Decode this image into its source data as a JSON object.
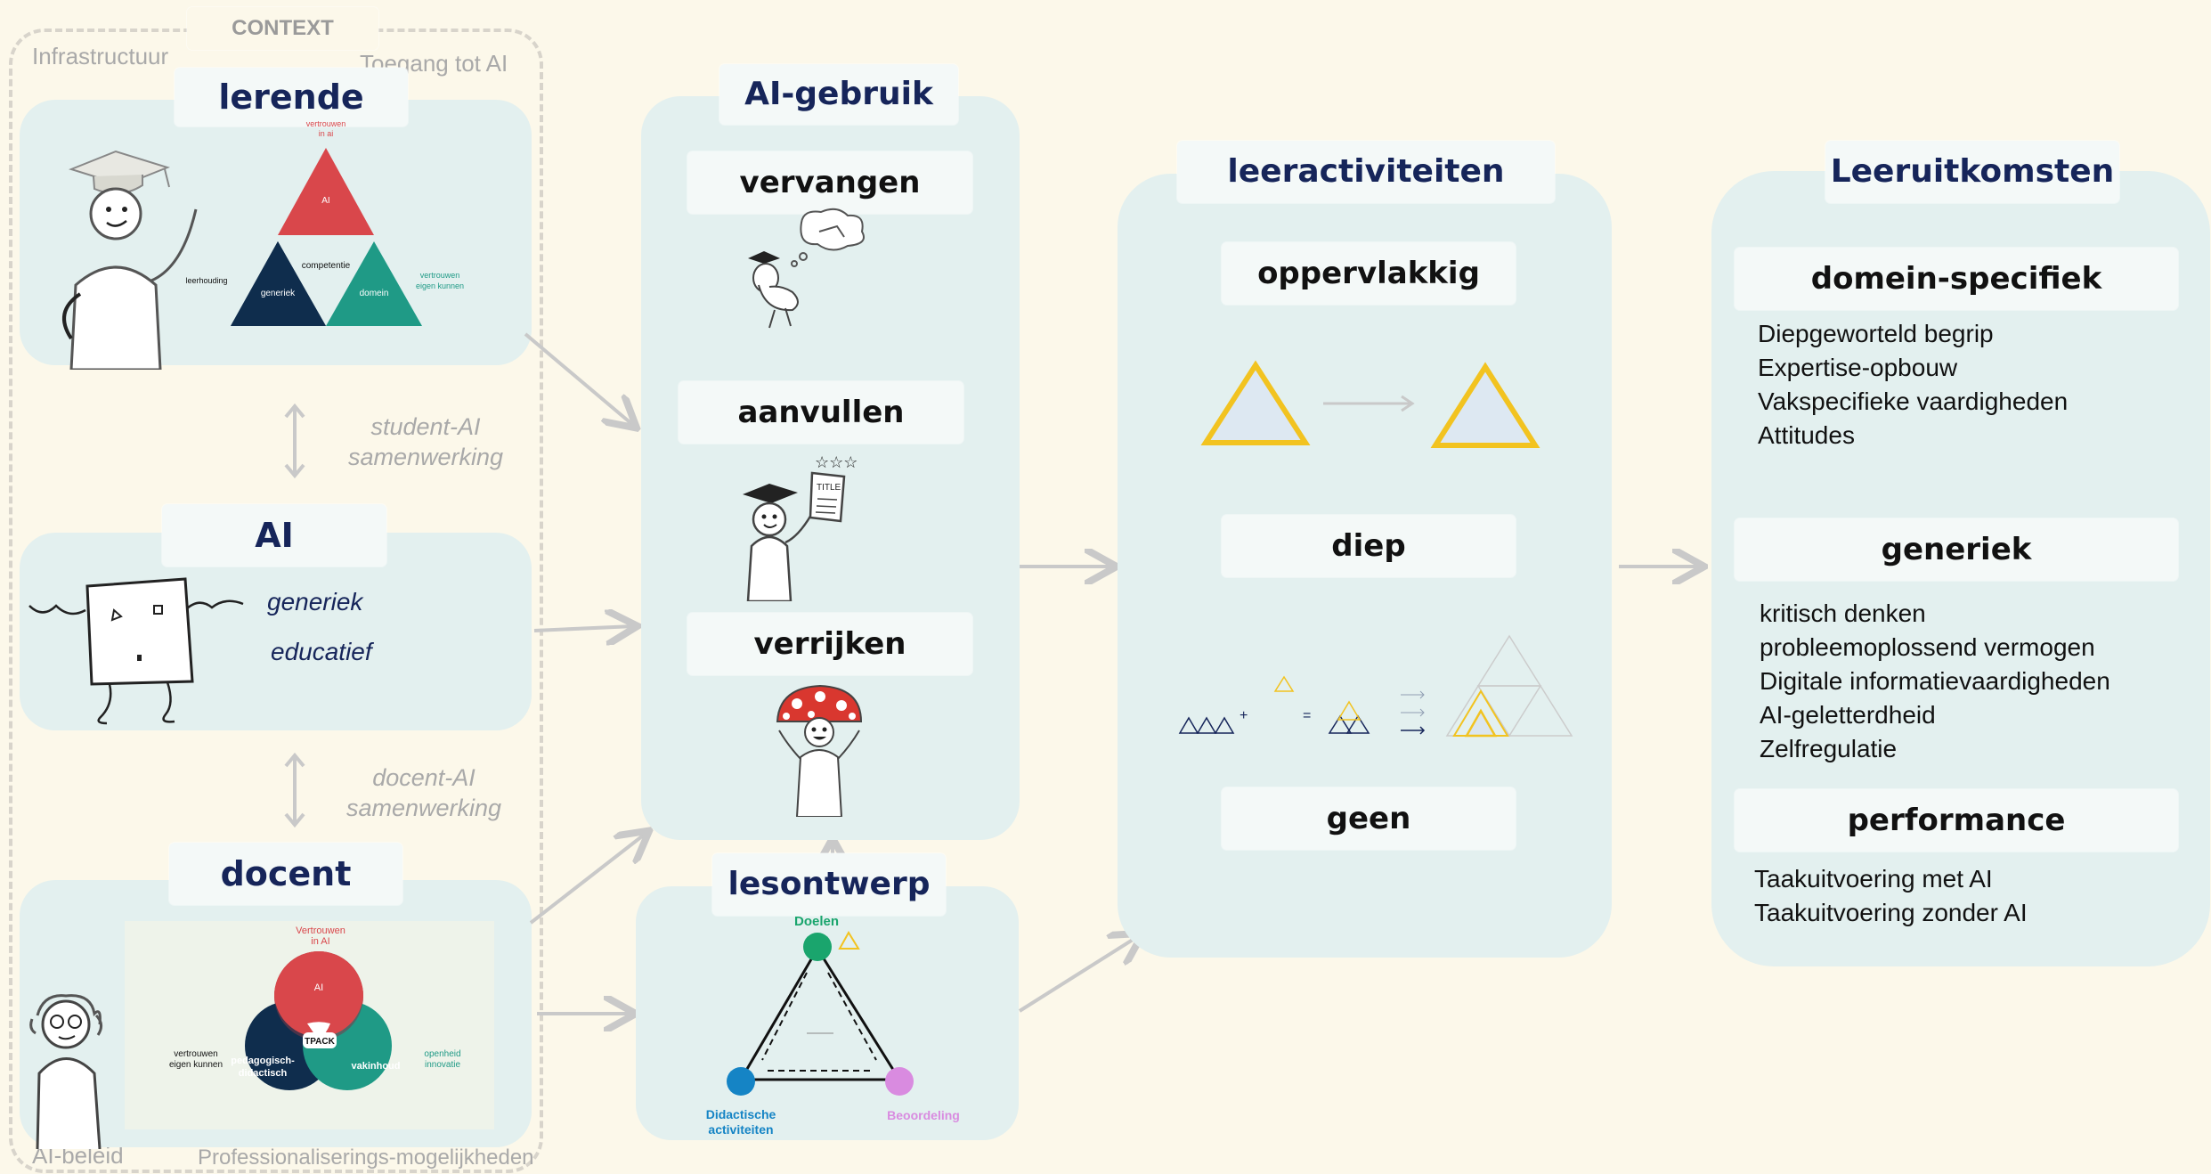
{
  "context": {
    "title": "CONTEXT",
    "infrastructure": "Infrastructuur",
    "access": "Toegang tot AI",
    "policy": "AI-beleid",
    "professionalisation": "Professionaliserings-mogelijkheden",
    "student_ai_collab": [
      "student-AI",
      "samenwerking"
    ],
    "teacher_ai_collab": [
      "docent-AI",
      "samenwerking"
    ]
  },
  "learner": {
    "title": "lerende",
    "triangle": {
      "top": "AI",
      "top_label": [
        "vertrouwen",
        "in ai"
      ],
      "center": "competentie",
      "left": "generiek",
      "right": "domein",
      "left_outer": "leerhouding",
      "right_outer": [
        "vertrouwen",
        "eigen kunnen"
      ]
    }
  },
  "ai": {
    "title": "AI",
    "types": [
      "generiek",
      "educatief"
    ]
  },
  "teacher": {
    "title": "docent",
    "venn": {
      "top": "AI",
      "top_label": [
        "Vertrouwen",
        "in AI"
      ],
      "left": [
        "pedagogisch-",
        "didactisch"
      ],
      "right": "vakinhoud",
      "center": "TPACK",
      "left_outer": [
        "vertrouwen",
        "eigen kunnen"
      ],
      "right_outer": [
        "openheid",
        "innovatie"
      ]
    }
  },
  "ai_use": {
    "title": "AI-gebruik",
    "levels": [
      "vervangen",
      "aanvullen",
      "verrijken"
    ],
    "title_card_text": "TITLE"
  },
  "lesson_design": {
    "title": "lesontwerp",
    "nodes": {
      "goals": "Doelen",
      "activities": [
        "Didactische",
        "activiteiten"
      ],
      "assessment": "Beoordeling"
    }
  },
  "learning_activities": {
    "title": "leeractiviteiten",
    "levels": [
      "oppervlakkig",
      "diep",
      "geen"
    ]
  },
  "outcomes": {
    "title": "Leeruitkomsten",
    "groups": [
      {
        "title": "domein-specifiek",
        "items": [
          "Diepgeworteld begrip",
          "Expertise-opbouw",
          "Vakspecifieke vaardigheden",
          "Attitudes"
        ]
      },
      {
        "title": "generiek",
        "items": [
          "kritisch denken",
          "probleemoplossend vermogen",
          "Digitale informatievaardigheden",
          "AI-geletterdheid",
          "Zelfregulatie"
        ]
      },
      {
        "title": "performance",
        "items": [
          "Taakuitvoering met AI",
          "Taakuitvoering zonder AI"
        ]
      }
    ]
  },
  "colors": {
    "background": "#fcf8ea",
    "panel": "#e3f0ef",
    "navy": "#16255a",
    "red": "#d9474b",
    "teal": "#1f9a86",
    "dark_navy": "#0f2d4d",
    "yellow": "#f2c320",
    "green_node": "#1aa56d",
    "blue_node": "#1584c5",
    "pink_node": "#d98be0"
  }
}
